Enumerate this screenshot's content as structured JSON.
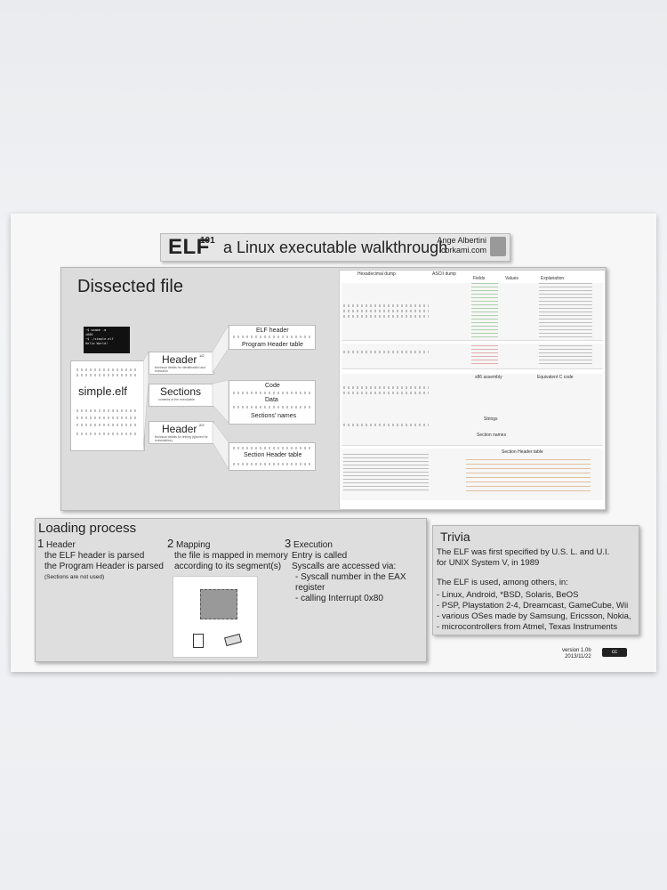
{
  "title": {
    "elf": "ELF",
    "superscript": "101",
    "rest": "a Linux executable walkthrough",
    "author_name": "Ange Albertini",
    "author_site": "corkami.com"
  },
  "dissected": {
    "title": "Dissected file",
    "terminal_lines": [
      "~$ uname -m",
      "i686",
      "~$ ./simple.elf",
      "Hello World!"
    ],
    "file_name": "simple.elf",
    "blocks": {
      "header": "Header",
      "header_sup": "1/2",
      "header_sub": "technical details for identification and execution",
      "sections": "Sections",
      "sections_sub": "contents of the executable",
      "header2": "Header",
      "header2_sup": "2/2",
      "header2_sub": "technical details for linking (ignored for executables)"
    },
    "right_labels": {
      "elf_header": "ELF header",
      "pht": "Program Header table",
      "code": "Code",
      "data": "Data",
      "section_names": "Sections' names",
      "sht": "Section Header table"
    },
    "columns": {
      "hex": "Hexadecimal dump",
      "ascii": "ASCII dump",
      "fields": "Fields",
      "values": "Values",
      "explanation": "Explanation"
    },
    "code_panel": {
      "asm": "x86 assembly",
      "c": "Equivalent C code",
      "strings": "Strings",
      "section_names": "Section names",
      "sht": "Section Header table"
    }
  },
  "loading": {
    "title": "Loading process",
    "col1": {
      "num": "1",
      "head": "Header",
      "l1": "the ELF header is parsed",
      "l2": "the Program Header is parsed",
      "l3": "(Sections are not used)"
    },
    "col2": {
      "num": "2",
      "head": "Mapping",
      "l1": "the file is mapped in memory",
      "l2": "according to its segment(s)"
    },
    "col3": {
      "num": "3",
      "head": "Execution",
      "l1": "Entry is called",
      "l2": "Syscalls are accessed via:",
      "l3": "- Syscall number in the EAX register",
      "l4": "- calling Interrupt 0x80"
    }
  },
  "trivia": {
    "title": "Trivia",
    "p1a": "The ELF was first specified by U.S. L. and U.I.",
    "p1b": "for UNIX System V, in 1989",
    "p2": "The ELF is used, among others, in:",
    "items": [
      "- Linux, Android, *BSD, Solaris, BeOS",
      "- PSP, Playstation 2-4, Dreamcast, GameCube, Wii",
      "- various OSes made by Samsung, Ericsson, Nokia,",
      "- microcontrollers from Atmel, Texas Instruments"
    ]
  },
  "footer": {
    "version": "version 1.0b",
    "date": "2013/11/22",
    "cc": "cc"
  }
}
